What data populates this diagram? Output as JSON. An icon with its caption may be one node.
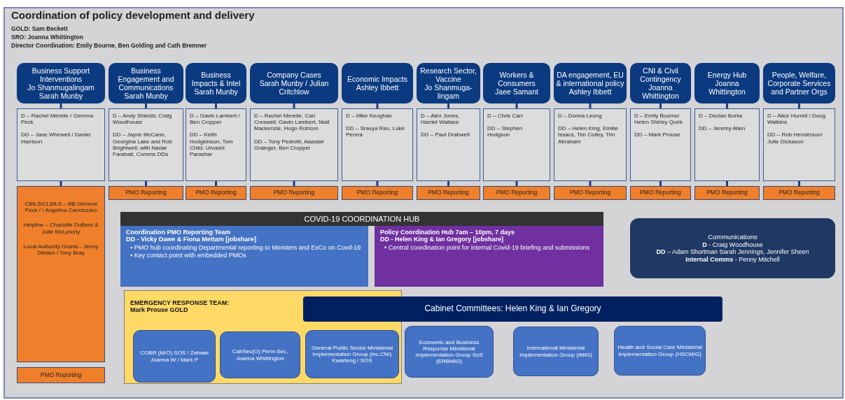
{
  "diagram": {
    "title": "Coordination  of policy development and delivery",
    "labels": [
      "GOLD: Sam Beckett",
      "SRO: Joanna Whittington",
      "Director Coordination:  Emily Bourne, Ben Golding and Cath Bremner"
    ],
    "nodes": [
      {
        "text": [
          "Business Support Interventions",
          "Jo Shanmugalingam Sarah Munby"
        ]
      },
      {
        "text": [
          "D – Rachel Merelie / Gemma Peck",
          "DD – Jane Whewell / Daniel Harrison"
        ]
      },
      {
        "text": [
          "CBILS/CLBILS – BB Gemma Peck / / Angelina Cannizzaro",
          "Helpline – Charlotte DuBern & Julie McLynchy",
          "Local Authority Grants - Jenny Dibden /  Tony Bray"
        ]
      },
      {
        "text": [
          "PMO Reporting"
        ]
      },
      {
        "text": [
          "Business Engagement and Communications",
          "Sarah Munby"
        ]
      },
      {
        "text": [
          "D – Andy Shields; Craig Woodhouse",
          "DD – Jayne McCann, Georgina Lake and Rob Brightwell, with Nadar Farahati, Comms DDs"
        ]
      },
      {
        "text": [
          "PMO Reporting"
        ]
      },
      {
        "text": [
          "Business Impacts & Intel",
          "Sarah Munby"
        ]
      },
      {
        "text": [
          "D – Gavin Lambert / Ben Cropper",
          "DD – Keith Hodgkinson, Tom Child, Urvashi Parashar"
        ]
      },
      {
        "text": [
          "PMO Reporting"
        ]
      },
      {
        "text": [
          "Company Cases",
          "Sarah Munby / Julian Critchlow"
        ]
      },
      {
        "text": [
          "D – Rachel Merelie, Carl Creswell, Gavin Lambert, Niall Mackenzie, Hugo Robson",
          "DD – Tony Pedrotti, Alasdair Grainger, Ben Cropper"
        ]
      },
      {
        "text": [
          "PMO Reporting"
        ]
      },
      {
        "text": [
          "Economic Impacts",
          "Ashley Ibbett"
        ]
      },
      {
        "text": [
          "D – Mike Keoghan",
          "DD – Sravya Rao, Luke Perera"
        ]
      },
      {
        "text": [
          "PMO Reporting"
        ]
      },
      {
        "text": [
          "Research Sector, Vaccine",
          "Jo Shanmuga-lingam"
        ]
      },
      {
        "text": [
          "D – Alex Jones, Harriet Wallace",
          "DD – Paul Drabwell"
        ]
      },
      {
        "text": [
          "PMO Reporting"
        ]
      },
      {
        "text": [
          "Workers & Consumers",
          "Jaee Samant"
        ]
      },
      {
        "text": [
          "D – Chris Carr",
          "DD – Stephen Hodgson"
        ]
      },
      {
        "text": [
          "PMO Reporting"
        ]
      },
      {
        "text": [
          "DA engagement, EU & international policy",
          "Ashley Ibbett"
        ]
      },
      {
        "text": [
          "D – Donna Leong",
          "DD – Helen King, Emilie Issacs, Tim Colley, Tim Abraham"
        ]
      },
      {
        "text": [
          "PMO Reporting"
        ]
      },
      {
        "text": [
          "CNI & Civil Contingency",
          "Joanna Whittington"
        ]
      },
      {
        "text": [
          "D – Emily Bourne/ Helen Shirley Quirk",
          "DD – Mark Prouse"
        ]
      },
      {
        "text": [
          "PMO Reporting"
        ]
      },
      {
        "text": [
          "Energy Hub",
          "Joanna Whittington"
        ]
      },
      {
        "text": [
          "D – Declan Burke",
          "DD – Jeremy Allen"
        ]
      },
      {
        "text": [
          "PMO Reporting"
        ]
      },
      {
        "text": [
          "People, Welfare, Corporate Services and Partner Orgs"
        ]
      },
      {
        "text": [
          "D – Alice Hurrell / Doug Watkins",
          "DD – Rob Henderson/ Julie Dickason"
        ]
      },
      {
        "text": [
          "PMO Reporting"
        ]
      },
      {
        "text": [
          "COVID-19 COORDINATION HUB"
        ]
      },
      {
        "text": [
          "Coordination PMO Reporting Team",
          "DD - Vicky Dawe & Fiona Mettam [jobshare]",
          "▪ PMO hub coordinating Departmental reporting to Ministers and ExCo on Covd-19",
          "▪ Key contact point with embedded PMOs"
        ]
      },
      {
        "text": [
          "Policy Coordination Hub 7am – 10pm, 7 days",
          "DD - Helen King  &  Ian Gregory  [jobshare]",
          "• Central coordination point for internal Covid-19 briefing and submissions"
        ]
      },
      {
        "text": [
          "Communications",
          "**D** - Craig Woodhouse",
          "**DD** – Adam Shortman Sarah Jennings, Jennifer Sheen",
          "**Internal  Comms** - Penny Mitchell"
        ]
      },
      {
        "text": [
          "EMERGENCY RESPONSE TEAM: Mark Prouse GOLD"
        ]
      },
      {
        "text": [
          "COBR (M/O) SOS / Zahawi Joanna W / Mark P"
        ],
        "in": 38
      },
      {
        "text": [
          "CabSec(O) Perm Sec, Joanna Whittington"
        ],
        "in": 38
      },
      {
        "text": [
          "General Public Sector Ministerial Implementation Group (inc.CNI) Kwarteng / SOS"
        ],
        "in": 38
      },
      {
        "text": [
          "Cabinet Committees:  Helen King  &  Ian Gregory"
        ]
      },
      {
        "text": [
          "Economic and Business Response Ministerial Implementation Group SoS (ERBMIG)"
        ]
      },
      {
        "text": [
          "International Ministerial Implementation Group (IMIG)"
        ]
      },
      {
        "text": [
          "Health and Social Care Ministerial Implementation Group (HSCMIG)"
        ]
      }
    ],
    "edges": [
      {
        "from": 0,
        "to": 1,
        "arrow": "none"
      },
      {
        "from": 1,
        "to": 2,
        "arrow": "none"
      },
      {
        "from": 4,
        "to": 5,
        "arrow": "none"
      },
      {
        "from": 5,
        "to": 6,
        "arrow": "none"
      },
      {
        "from": 7,
        "to": 8,
        "arrow": "none"
      },
      {
        "from": 8,
        "to": 9,
        "arrow": "none"
      },
      {
        "from": 10,
        "to": 11,
        "arrow": "none"
      },
      {
        "from": 11,
        "to": 12,
        "arrow": "none"
      },
      {
        "from": 13,
        "to": 14,
        "arrow": "none"
      },
      {
        "from": 14,
        "to": 15,
        "arrow": "none"
      },
      {
        "from": 16,
        "to": 17,
        "arrow": "none"
      },
      {
        "from": 17,
        "to": 18,
        "arrow": "none"
      },
      {
        "from": 19,
        "to": 20,
        "arrow": "none"
      },
      {
        "from": 20,
        "to": 21,
        "arrow": "none"
      },
      {
        "from": 22,
        "to": 23,
        "arrow": "none"
      },
      {
        "from": 23,
        "to": 24,
        "arrow": "none"
      },
      {
        "from": 25,
        "to": 26,
        "arrow": "none"
      },
      {
        "from": 26,
        "to": 27,
        "arrow": "none"
      },
      {
        "from": 28,
        "to": 29,
        "arrow": "none"
      },
      {
        "from": 29,
        "to": 30,
        "arrow": "none"
      },
      {
        "from": 31,
        "to": 32,
        "arrow": "none"
      },
      {
        "from": 32,
        "to": 33,
        "arrow": "none"
      }
    ]
  }
}
